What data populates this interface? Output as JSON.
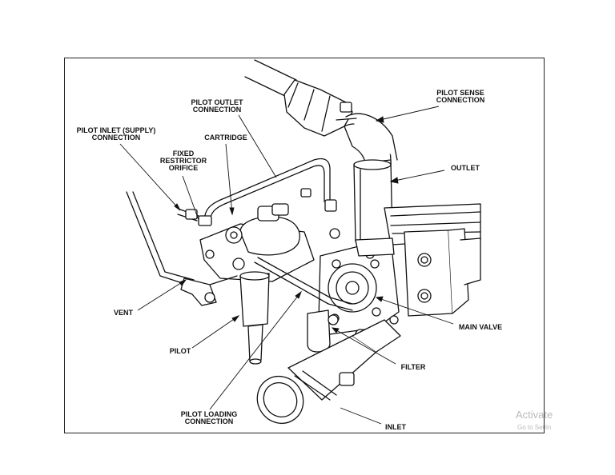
{
  "labels": {
    "pilot_outlet": "PILOT OUTLET\nCONNECTION",
    "pilot_sense": "PILOT SENSE\nCONNECTION",
    "pilot_inlet": "PILOT INLET (SUPPLY)\nCONNECTION",
    "cartridge": "CARTRIDGE",
    "fixed_restrictor": "FIXED\nRESTRICTOR\nORIFICE",
    "outlet": "OUTLET",
    "vent": "VENT",
    "main_valve": "MAIN VALVE",
    "pilot": "PILOT",
    "filter": "FILTER",
    "pilot_loading": "PILOT LOADING\nCONNECTION",
    "inlet": "INLET"
  },
  "watermark": {
    "line1": "Activate",
    "line2": "Go to Settin"
  }
}
